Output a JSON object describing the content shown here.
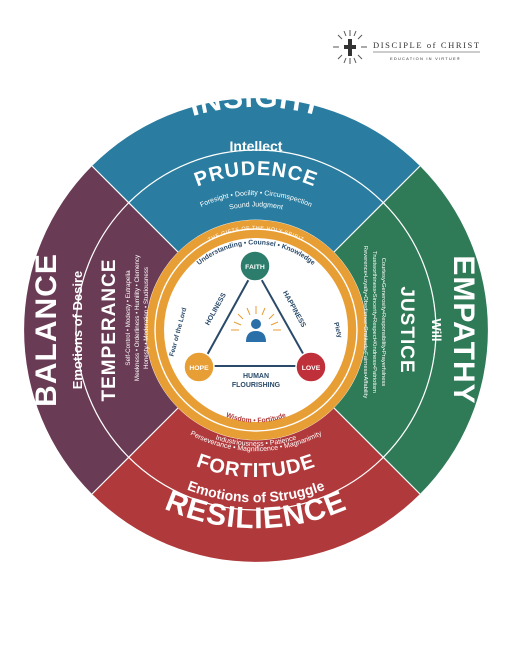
{
  "logo": {
    "brand": "DISCIPLE of CHRIST",
    "tagline": "EDUCATION IN VIRTUE®",
    "icon": "sun-cross-emblem-icon"
  },
  "colors": {
    "blue": "#2a7da0",
    "green": "#2f7a57",
    "red": "#b0393b",
    "purple": "#6a3b55",
    "orange": "#e79e34",
    "faith": "#2c7d6b",
    "hope": "#e79e34",
    "love": "#c0303a",
    "person": "#2a6fa8"
  },
  "quadrants": {
    "top": {
      "outer": "INSIGHT",
      "sub": "Intellect",
      "virtue": "PRUDENCE",
      "parts": [
        "Foresight • Docility • Circumspection",
        "Sound Judgment"
      ]
    },
    "right": {
      "outer": "EMPATHY",
      "sub": "Will",
      "virtue": "JUSTICE",
      "parts": [
        "Courtesy•Generosity•Responsibility•Prayerfulness",
        "Trustworthiness•Sincerity•Respect•Kindness•Patriotism",
        "Reverence•Loyalty•Obedience•Gratitude•Fairness•Affability"
      ]
    },
    "bottom": {
      "outer": "RESILIENCE",
      "sub": "Emotions of Struggle",
      "virtue": "FORTITUDE",
      "parts": [
        "Perseverance • Magnificence • Magnanimity",
        "Industriousness • Patience"
      ]
    },
    "left": {
      "outer": "BALANCE",
      "sub": "Emotions of Desire",
      "virtue": "TEMPERANCE",
      "parts": [
        "Self-Control • Modesty • Eutrapelia",
        "Meekness • Orderliness • Humility • Clemency",
        "Honesty • Moderation • Studiousness"
      ]
    }
  },
  "gifts": {
    "ring_title": "THE GIFTS OF THE HOLY SPIRIT",
    "top": "Understanding • Counsel • Knowledge",
    "left": "Fear of the Lord",
    "right": "Piety",
    "bottom": "Wisdom • Fortitude"
  },
  "theological": {
    "faith": "FAITH",
    "hope": "HOPE",
    "love": "LOVE",
    "holiness": "HOLINESS",
    "happiness": "HAPPINESS",
    "center": [
      "HUMAN",
      "FLOURISHING"
    ]
  }
}
